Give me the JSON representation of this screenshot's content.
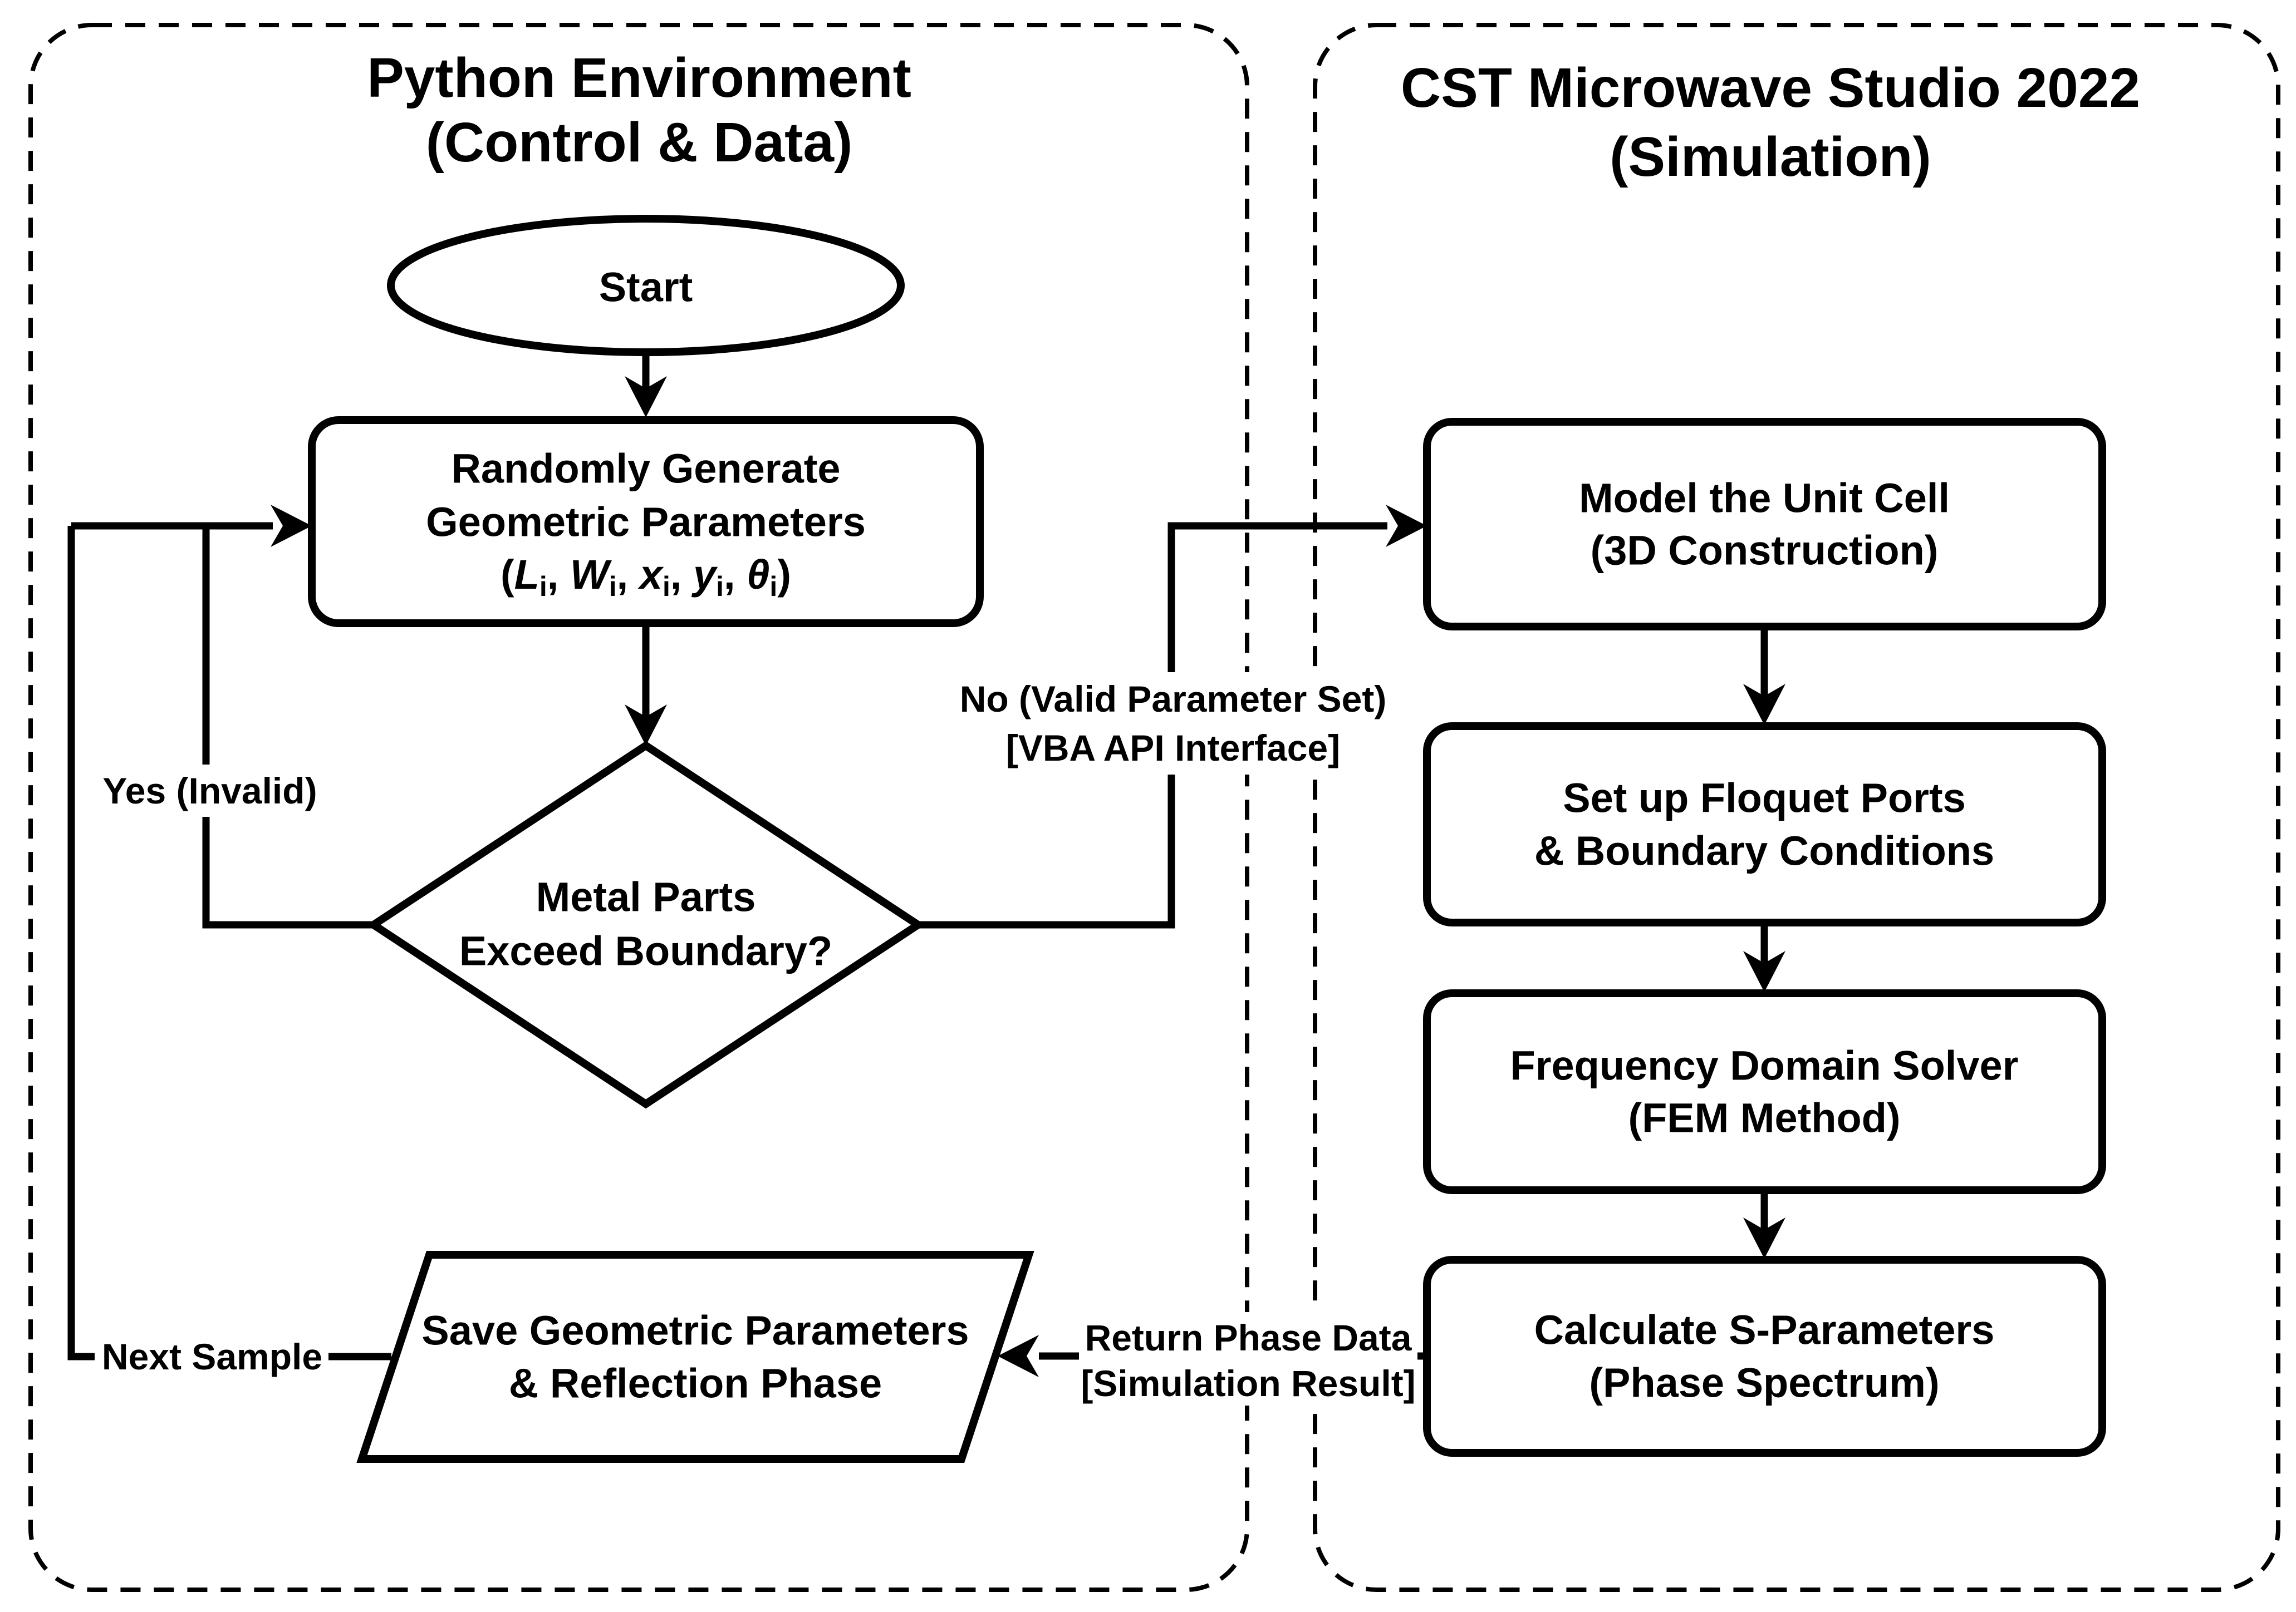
{
  "colors": {
    "line": "#000000",
    "red": "#FF0000",
    "background": "#FFFFFF"
  },
  "left_panel": {
    "title_line1": "Python Environment",
    "title_line2": "(Control & Data)",
    "start_node": {
      "label": "Start"
    },
    "generate_node": {
      "line1": "Randomly Generate",
      "line2": "Geometric Parameters",
      "params_segments": [
        {
          "t": "("
        },
        {
          "t": "L",
          "i": true
        },
        {
          "t": "i",
          "sub": true
        },
        {
          "t": ", "
        },
        {
          "t": "W",
          "i": true
        },
        {
          "t": "i",
          "sub": true
        },
        {
          "t": ", "
        },
        {
          "t": "x",
          "i": true
        },
        {
          "t": "i",
          "sub": true
        },
        {
          "t": ", "
        },
        {
          "t": "y",
          "i": true
        },
        {
          "t": "i",
          "sub": true
        },
        {
          "t": ", "
        },
        {
          "t": "θ",
          "i": true
        },
        {
          "t": "i",
          "sub": true
        },
        {
          "t": ")"
        }
      ]
    },
    "decision_node": {
      "line1": "Metal Parts",
      "line2": "Exceed Boundary?"
    },
    "save_node": {
      "line1": "Save Geometric Parameters",
      "line2": "& Reflection Phase"
    }
  },
  "right_panel": {
    "title_line1": "CST Microwave Studio 2022",
    "title_line2": "(Simulation)",
    "steps": [
      {
        "line1": "Model the Unit Cell",
        "line2": "(3D Construction)"
      },
      {
        "line1": "Set up Floquet Ports",
        "line2": "& Boundary Conditions"
      },
      {
        "line1": "Frequency Domain Solver",
        "line2": "(FEM Method)"
      },
      {
        "line1": "Calculate S-Parameters",
        "line2": "(Phase Spectrum)"
      }
    ]
  },
  "edge_labels": {
    "yes": "Yes (Invalid)",
    "next_sample": "Next Sample",
    "no_line1": "No (Valid Parameter Set)",
    "no_line2": "[VBA API Interface]",
    "return_line1": "Return Phase Data",
    "return_line2": "[Simulation Result]"
  }
}
